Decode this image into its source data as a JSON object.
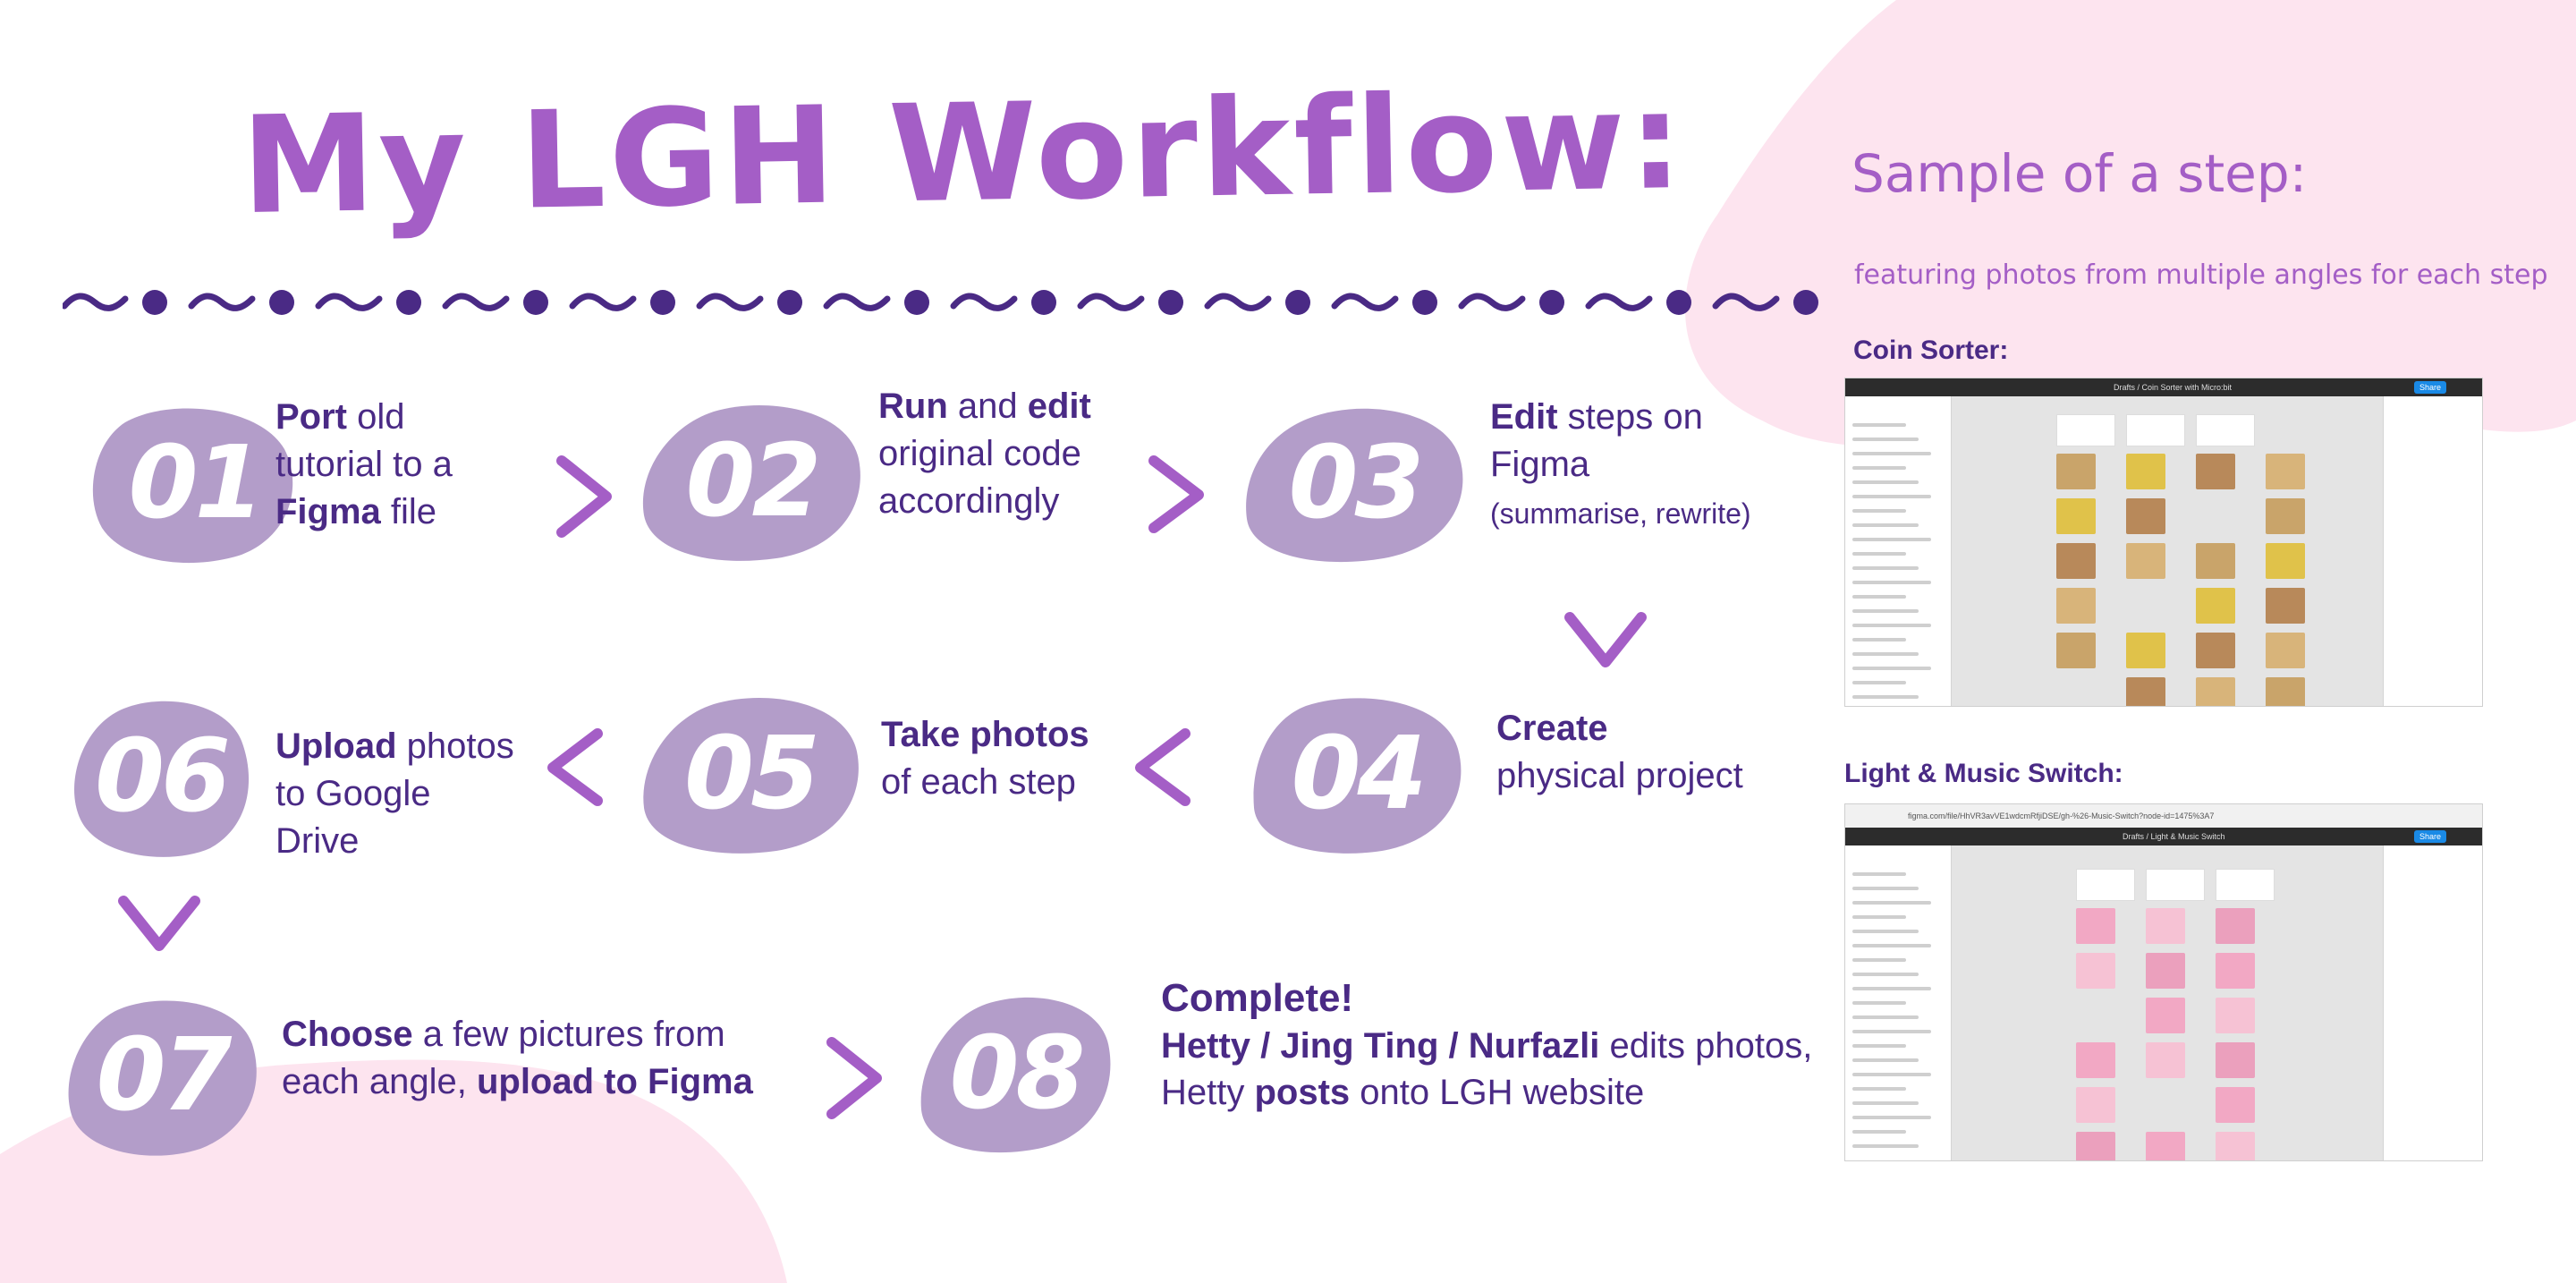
{
  "title": "My LGH Workflow:",
  "colors": {
    "accent_purple": "#a45ec6",
    "dark_purple": "#4a2a85",
    "badge_fill": "#b39dc9",
    "pink": "#fde4ef"
  },
  "steps": [
    {
      "num": "01",
      "parts": [
        {
          "t": "Port",
          "b": true
        },
        {
          "t": " old",
          "b": false
        },
        {
          "br": true
        },
        {
          "t": "tutorial to a",
          "b": false
        },
        {
          "br": true
        },
        {
          "t": "Figma",
          "b": true
        },
        {
          "t": " file",
          "b": false
        }
      ]
    },
    {
      "num": "02",
      "parts": [
        {
          "t": "Run",
          "b": true
        },
        {
          "t": " and ",
          "b": false
        },
        {
          "t": "edit",
          "b": true
        },
        {
          "br": true
        },
        {
          "t": "original code",
          "b": false
        },
        {
          "br": true
        },
        {
          "t": "accordingly",
          "b": false
        }
      ]
    },
    {
      "num": "03",
      "parts": [
        {
          "t": "Edit",
          "b": true
        },
        {
          "t": " steps on",
          "b": false
        },
        {
          "br": true
        },
        {
          "t": "Figma",
          "b": false
        },
        {
          "br": true
        },
        {
          "t": "(summarise, rewrite)",
          "b": false,
          "small": true
        }
      ]
    },
    {
      "num": "04",
      "parts": [
        {
          "t": "Create",
          "b": true
        },
        {
          "br": true
        },
        {
          "t": "physical project",
          "b": false
        }
      ]
    },
    {
      "num": "05",
      "parts": [
        {
          "t": "Take photos",
          "b": true
        },
        {
          "br": true
        },
        {
          "t": "of each step",
          "b": false
        }
      ]
    },
    {
      "num": "06",
      "parts": [
        {
          "t": "Upload",
          "b": true
        },
        {
          "t": " photos",
          "b": false
        },
        {
          "br": true
        },
        {
          "t": "to Google",
          "b": false
        },
        {
          "br": true
        },
        {
          "t": "Drive",
          "b": false
        }
      ]
    },
    {
      "num": "07",
      "parts": [
        {
          "t": "Choose",
          "b": true
        },
        {
          "t": " a few pictures from",
          "b": false
        },
        {
          "br": true
        },
        {
          "t": "each angle, ",
          "b": false
        },
        {
          "t": "upload to Figma",
          "b": true
        }
      ]
    },
    {
      "num": "08",
      "parts": [
        {
          "t": "Complete!",
          "b": true,
          "big": true
        },
        {
          "br": true
        },
        {
          "t": "Hetty / Jing Ting / Nurfazli",
          "b": true
        },
        {
          "t": " edits  photos,",
          "b": false
        },
        {
          "br": true
        },
        {
          "t": "Hetty ",
          "b": false
        },
        {
          "t": "posts",
          "b": true
        },
        {
          "t": " onto LGH website",
          "b": false
        }
      ]
    }
  ],
  "sample": {
    "title": "Sample of a step:",
    "subtitle": "featuring photos from multiple angles for each step",
    "shots": [
      {
        "label": "Coin Sorter:",
        "file_title": "Drafts / Coin Sorter with Micro:bit",
        "share": "Share"
      },
      {
        "label": "Light & Music Switch:",
        "file_title": "Drafts / Light & Music Switch",
        "share": "Share",
        "url": "figma.com/file/HhVR3avVE1wdcmRfjiDSE/gh-%26-Music-Switch?node-id=1475%3A7"
      }
    ]
  }
}
